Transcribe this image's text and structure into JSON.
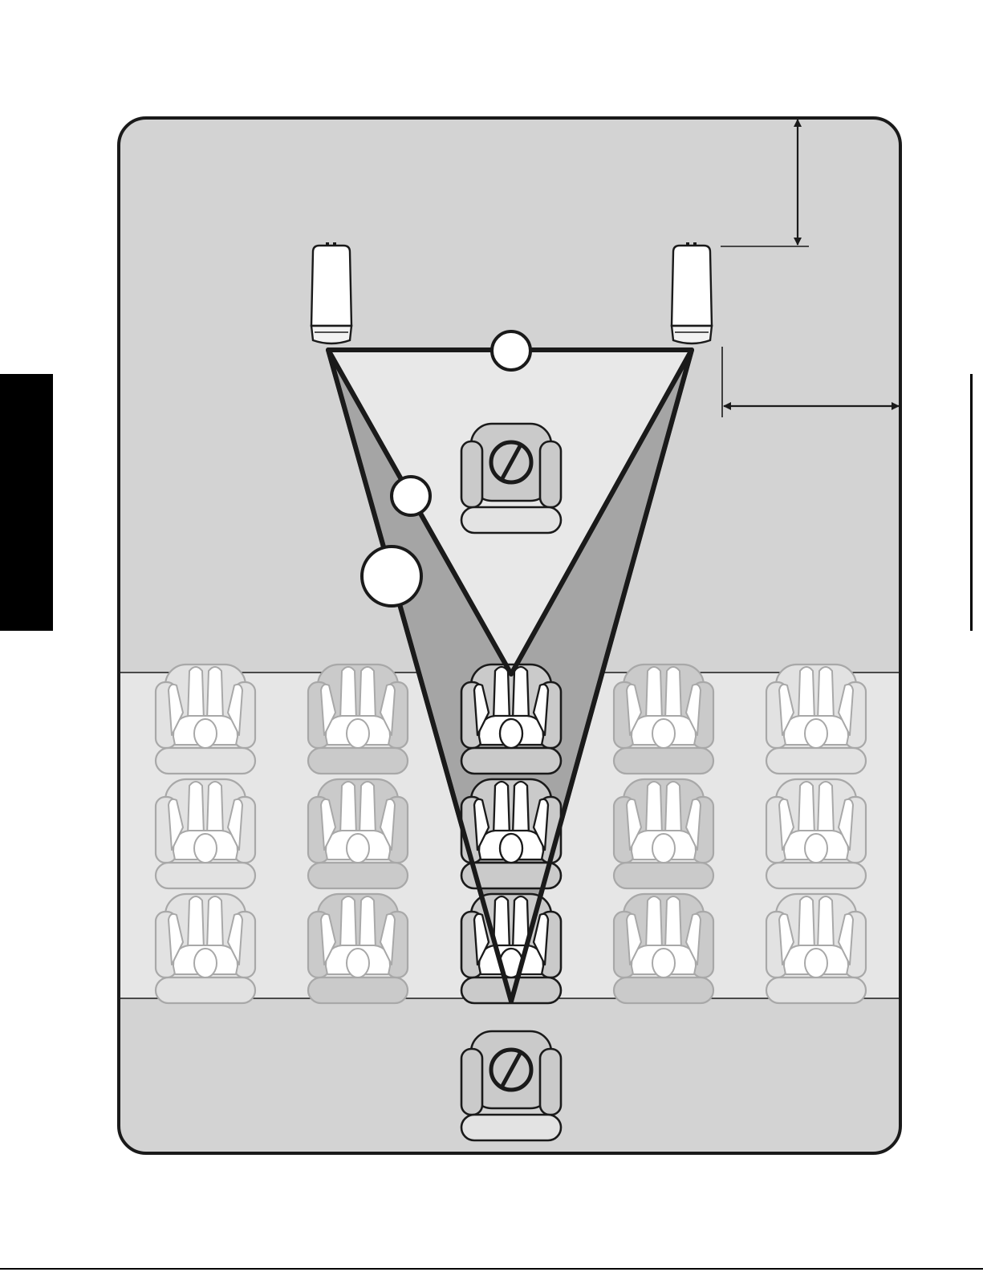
{
  "diagram": {
    "colors": {
      "room_fill": "#d3d3d3",
      "listening_band_fill": "#e6e6e6",
      "inner_triangle_fill": "#e8e8e8",
      "outer_wedge_fill": "#a5a5a5",
      "ghost_seat_stroke": "#a8a8a8",
      "ghost_seat_fill": "#e2e2e2",
      "ghost_seat_dark_fill": "#cacaca",
      "outline": "#1a1a1a"
    },
    "speakers": [
      {
        "id": "left-speaker",
        "icon": "tower-speaker-icon"
      },
      {
        "id": "right-speaker",
        "icon": "tower-speaker-icon"
      }
    ],
    "callouts": [
      {
        "id": "speaker-spacing-callout",
        "label": ""
      },
      {
        "id": "toe-in-angle-callout",
        "label": ""
      },
      {
        "id": "listening-angle-callout",
        "label": ""
      }
    ],
    "seating_grid": {
      "rows": 3,
      "columns": 5,
      "active_column": 3
    },
    "prohibited_seats": [
      {
        "id": "too-close-seat",
        "icon": "prohibited-icon"
      },
      {
        "id": "too-far-seat",
        "icon": "prohibited-icon"
      }
    ],
    "dimensions": [
      {
        "id": "front-wall-distance",
        "label": ""
      },
      {
        "id": "side-wall-distance",
        "label": ""
      }
    ]
  }
}
